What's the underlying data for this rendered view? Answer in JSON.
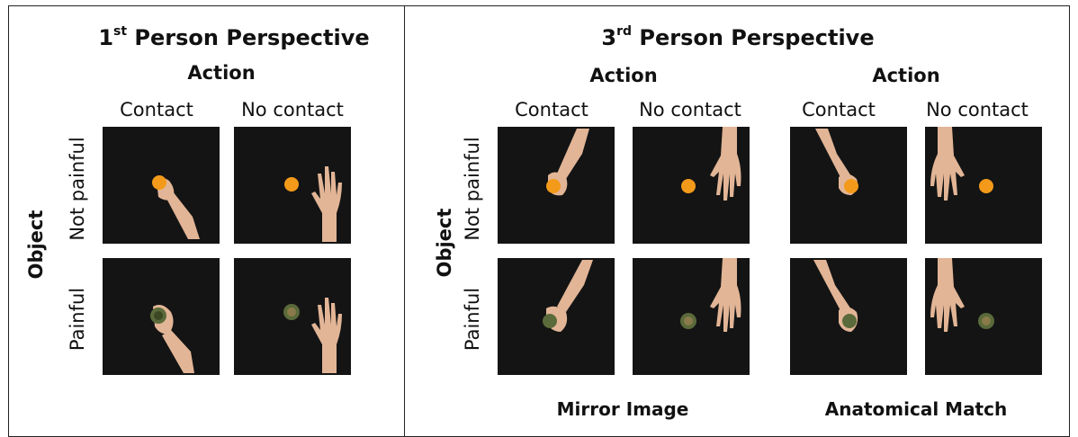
{
  "panel_1st": {
    "title_num": "1",
    "title_sup": "st",
    "title_rest": " Person Perspective",
    "action": "Action",
    "col_contact": "Contact",
    "col_no_contact": "No contact",
    "row_not_painful": "Not painful",
    "row_painful": "Painful",
    "object": "Object"
  },
  "panel_3rd": {
    "title_num": "3",
    "title_sup": "rd",
    "title_rest": " Person Perspective",
    "left": {
      "action": "Action",
      "col_contact": "Contact",
      "col_no_contact": "No contact",
      "caption": "Mirror Image"
    },
    "right": {
      "action": "Action",
      "col_contact": "Contact",
      "col_no_contact": "No contact",
      "caption": "Anatomical Match"
    },
    "row_not_painful": "Not painful",
    "row_painful": "Painful",
    "object": "Object"
  },
  "colors": {
    "background_tile": "#141414",
    "hand": "#e2b596",
    "orange": "#f39a1a",
    "painful_object": "#5a6a3a"
  }
}
